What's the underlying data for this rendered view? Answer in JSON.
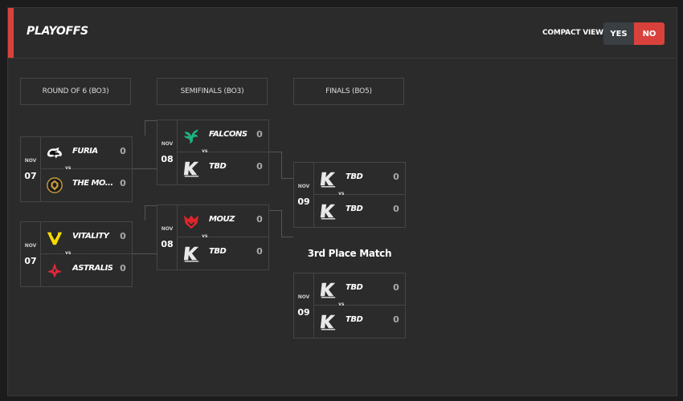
{
  "header": {
    "title": "PLAYOFFS",
    "compact_view_label": "COMPACT VIEW",
    "yes_label": "YES",
    "no_label": "NO"
  },
  "rounds": [
    {
      "label": "ROUND OF 6 (BO3)"
    },
    {
      "label": "SEMIFINALS (BO3)"
    },
    {
      "label": "FINALS (BO5)"
    }
  ],
  "third_place_label": "3rd Place Match",
  "vs_label": "vs",
  "matches": [
    {
      "month": "NOV",
      "day": "07",
      "team1": {
        "name": "FURIA",
        "score": "0",
        "logo": "furia-panther-icon"
      },
      "team2": {
        "name": "THE MO...",
        "score": "0",
        "logo": "mongolz-icon"
      }
    },
    {
      "month": "NOV",
      "day": "07",
      "team1": {
        "name": "VITALITY",
        "score": "0",
        "logo": "vitality-bee-icon"
      },
      "team2": {
        "name": "ASTRALIS",
        "score": "0",
        "logo": "astralis-icon"
      }
    },
    {
      "month": "NOV",
      "day": "08",
      "team1": {
        "name": "FALCONS",
        "score": "0",
        "logo": "falcons-icon"
      },
      "team2": {
        "name": "TBD",
        "score": "0",
        "logo": "tbd-k-icon"
      }
    },
    {
      "month": "NOV",
      "day": "08",
      "team1": {
        "name": "MOUZ",
        "score": "0",
        "logo": "mouz-icon"
      },
      "team2": {
        "name": "TBD",
        "score": "0",
        "logo": "tbd-k-icon"
      }
    },
    {
      "month": "NOV",
      "day": "09",
      "team1": {
        "name": "TBD",
        "score": "0",
        "logo": "tbd-k-icon"
      },
      "team2": {
        "name": "TBD",
        "score": "0",
        "logo": "tbd-k-icon"
      }
    },
    {
      "month": "NOV",
      "day": "09",
      "team1": {
        "name": "TBD",
        "score": "0",
        "logo": "tbd-k-icon"
      },
      "team2": {
        "name": "TBD",
        "score": "0",
        "logo": "tbd-k-icon"
      }
    }
  ],
  "colors": {
    "accent": "#d9423c",
    "panel": "#2b2b2b",
    "falcons": "#1fb37e",
    "mouz": "#e0242b",
    "vitality": "#f5d800",
    "astralis": "#e2263a",
    "mongolz": "#c59a3c"
  }
}
